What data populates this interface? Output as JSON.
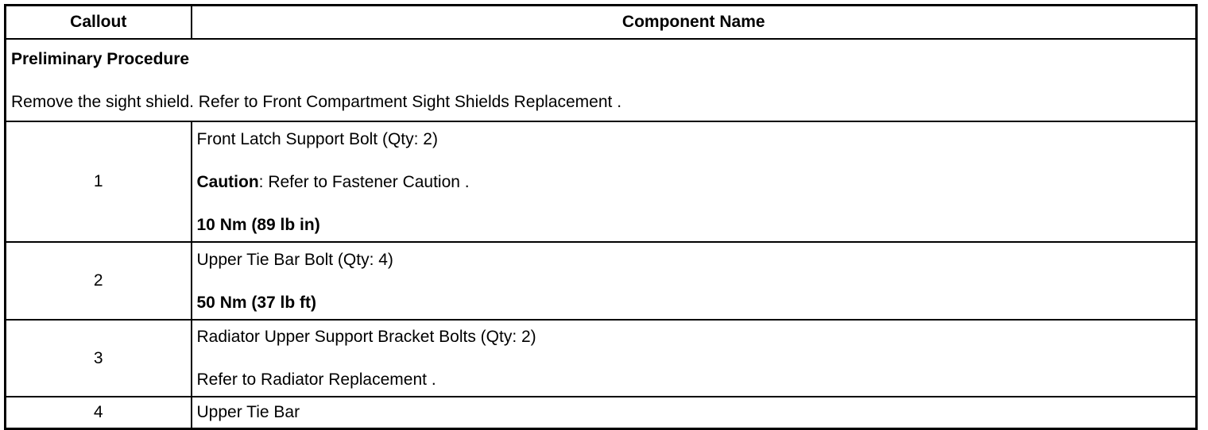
{
  "header": {
    "callout": "Callout",
    "component": "Component Name"
  },
  "preliminary": {
    "title": "Preliminary Procedure",
    "step": "Remove the sight shield. Refer to Front Compartment Sight Shields Replacement ."
  },
  "rows": [
    {
      "callout": "1",
      "name": "Front Latch Support Bolt (Qty: 2)",
      "caution_label": "Caution",
      "caution_text": ": Refer to Fastener Caution .",
      "torque": "10 Nm (89 lb in)"
    },
    {
      "callout": "2",
      "name": "Upper Tie Bar Bolt (Qty: 4)",
      "torque": "50 Nm (37 lb ft)"
    },
    {
      "callout": "3",
      "name": "Radiator Upper Support Bracket Bolts (Qty: 2)",
      "note": "Refer to Radiator Replacement ."
    },
    {
      "callout": "4",
      "name": "Upper Tie Bar"
    }
  ]
}
